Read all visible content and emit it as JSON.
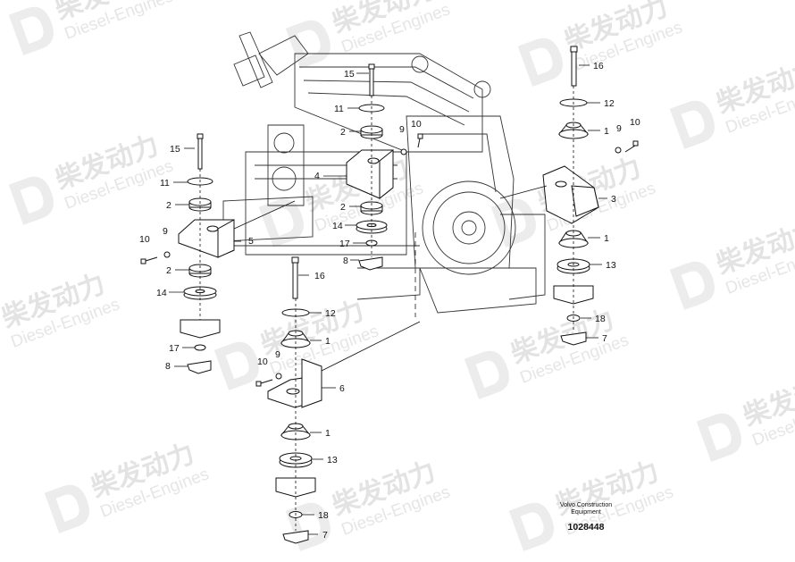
{
  "watermark": {
    "brand_cn": "柴发动力",
    "brand_en": "Diesel-Engines"
  },
  "callouts": {
    "c1": "1",
    "c2": "2",
    "c3": "3",
    "c4": "4",
    "c5": "5",
    "c6": "6",
    "c7": "7",
    "c8": "8",
    "c9": "9",
    "c10": "10",
    "c11": "11",
    "c12": "12",
    "c13": "13",
    "c14": "14",
    "c15": "15",
    "c16": "16",
    "c17": "17",
    "c18": "18"
  },
  "caption": {
    "line1": "Volvo Construction",
    "line2": "Equipment",
    "drawing_number": "1028448"
  }
}
